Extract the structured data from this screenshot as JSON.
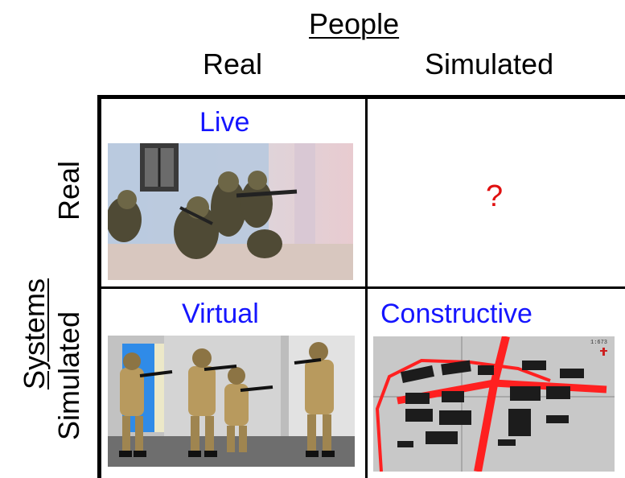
{
  "axes": {
    "people": {
      "title": "People",
      "columns": [
        "Real",
        "Simulated"
      ]
    },
    "systems": {
      "title": "Systems",
      "rows": [
        "Real",
        "Simulated"
      ]
    }
  },
  "cells": {
    "live": {
      "label": "Live",
      "image": "soldiers-breaching-door-photo"
    },
    "unknown": {
      "label": "?"
    },
    "virtual": {
      "label": "Virtual",
      "image": "3d-rendered-soldiers-aiming-rifles"
    },
    "constructive": {
      "label": "Constructive",
      "image": "top-down-tactical-map",
      "map_scale_text": "1:673"
    }
  },
  "colors": {
    "cell_label": "#1515ff",
    "unknown_label": "#e01010",
    "map_roads": "#ff2020",
    "map_ground": "#c8c8c8"
  }
}
